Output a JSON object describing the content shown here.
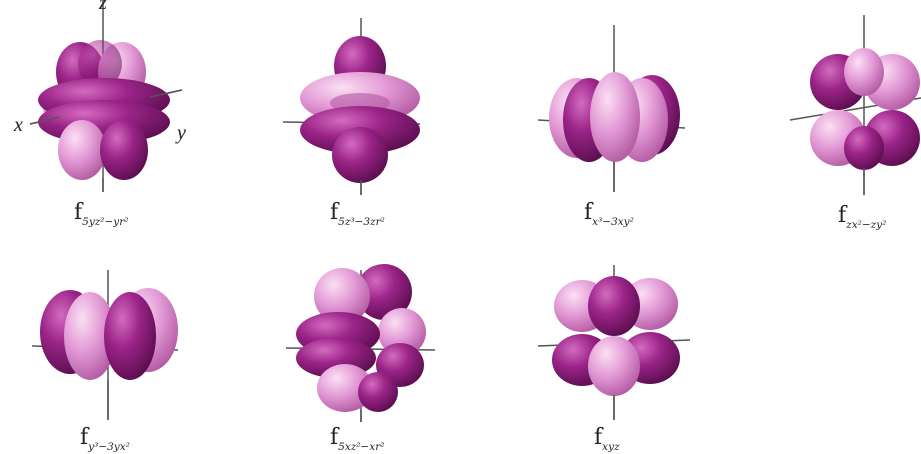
{
  "colors": {
    "dark_lobe": "#8a1a78",
    "light_lobe": "#d77bc5",
    "axis": "#555555"
  },
  "axes": {
    "x": "x",
    "y": "y",
    "z": "z"
  },
  "orbitals": [
    {
      "id": "f-5yz2-yr2",
      "symbol": "f",
      "subscript": "5yz²−yr²"
    },
    {
      "id": "f-5z3-3zr2",
      "symbol": "f",
      "subscript": "5z³−3zr²"
    },
    {
      "id": "f-x3-3xy2",
      "symbol": "f",
      "subscript": "x³−3xy²"
    },
    {
      "id": "f-zx2-zy2",
      "symbol": "f",
      "subscript": "zx²−zy²"
    },
    {
      "id": "f-y3-3yx2",
      "symbol": "f",
      "subscript": "y³−3yx²"
    },
    {
      "id": "f-5xz2-xr2",
      "symbol": "f",
      "subscript": "5xz²−xr²"
    },
    {
      "id": "f-xyz",
      "symbol": "f",
      "subscript": "xyz"
    }
  ]
}
